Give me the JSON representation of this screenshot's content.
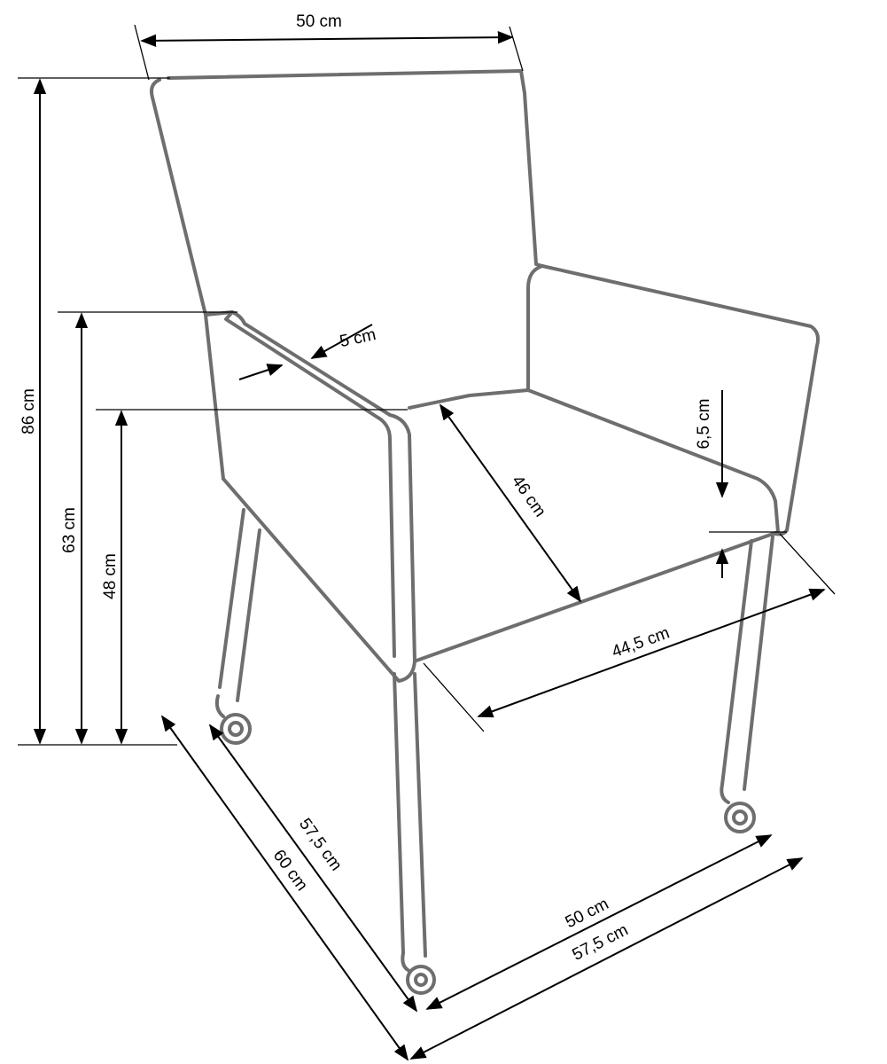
{
  "title": "Chair dimensions",
  "colors": {
    "outline": "#6e6e6e",
    "dimension": "#000000"
  },
  "dimensions": {
    "top_width": "50 cm",
    "total_height": "86 cm",
    "armrest_height": "63 cm",
    "seat_height": "48 cm",
    "armrest_thickness": "5 cm",
    "seat_depth": "46 cm",
    "seat_thickness": "6,5 cm",
    "seat_width": "44,5 cm",
    "base_depth_inner": "57,5 cm",
    "base_depth_outer": "60 cm",
    "base_width_inner": "50 cm",
    "base_width_outer": "57,5 cm"
  }
}
